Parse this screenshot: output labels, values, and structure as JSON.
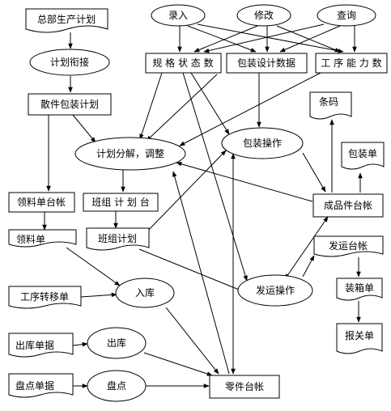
{
  "nodes": {
    "hq_plan": "总部生产计划",
    "plan_link": "计划衔接",
    "parts_pack_plan": "散件包装计划",
    "entry": "录入",
    "modify": "修改",
    "query": "查询",
    "spec_status": "规 格 状 态 数",
    "pack_design": "包装设计数据",
    "process_capacity": "工 序 能 力 数",
    "barcode": "条码",
    "packing_list": "包装单",
    "plan_decompose": "计划分解，调整",
    "pack_op": "包装操作",
    "material_ledger": "领料单台帐",
    "team_plan_ledger": "班组 计 划 台",
    "finished_ledger": "成品件台帐",
    "material_slip": "领料单",
    "team_plan": "班组计划",
    "ship_ledger": "发运台帐",
    "transfer_slip": "工序转移单",
    "warehouse_in": "入库",
    "ship_op": "发运操作",
    "box_list": "装箱单",
    "outbound_slip": "出库单据",
    "warehouse_out": "出库",
    "customs_slip": "报关单",
    "stocktake_slip": "盘点单据",
    "stocktake": "盘点",
    "parts_ledger": "零件台帐"
  }
}
